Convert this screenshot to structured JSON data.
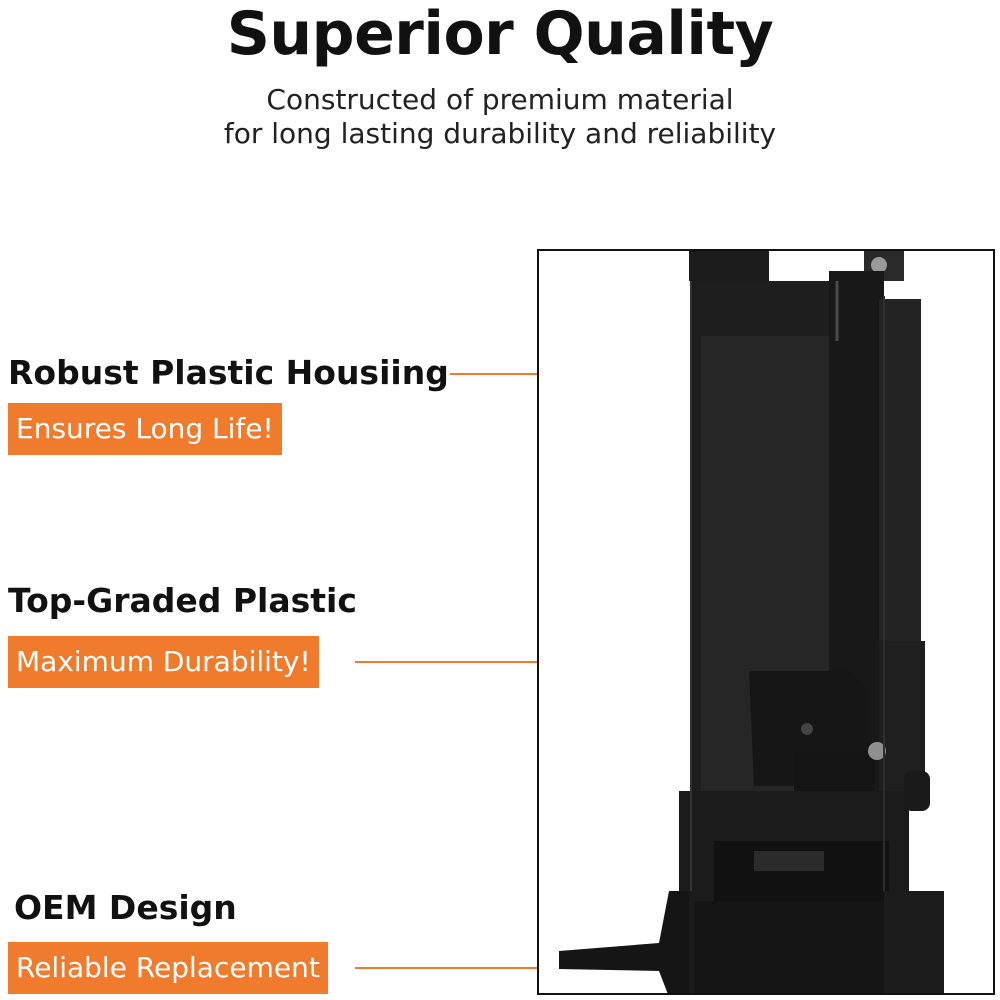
{
  "header": {
    "title": "Superior Quality",
    "subtitle_line1": "Constructed of premium material",
    "subtitle_line2": "for long lasting durability and reliability"
  },
  "features": [
    {
      "title": "Robust Plastic Housiing",
      "badge": "Ensures Long Life!"
    },
    {
      "title": "Top-Graded Plastic",
      "badge": "Maximum Durability!"
    },
    {
      "title": "OEM Design",
      "badge": "Reliable Replacement"
    }
  ],
  "colors": {
    "accent": "#f07b2c",
    "text": "#111111",
    "part": "#1a1a1a"
  },
  "product_image": {
    "icon": "door-lock-actuator-photo"
  }
}
